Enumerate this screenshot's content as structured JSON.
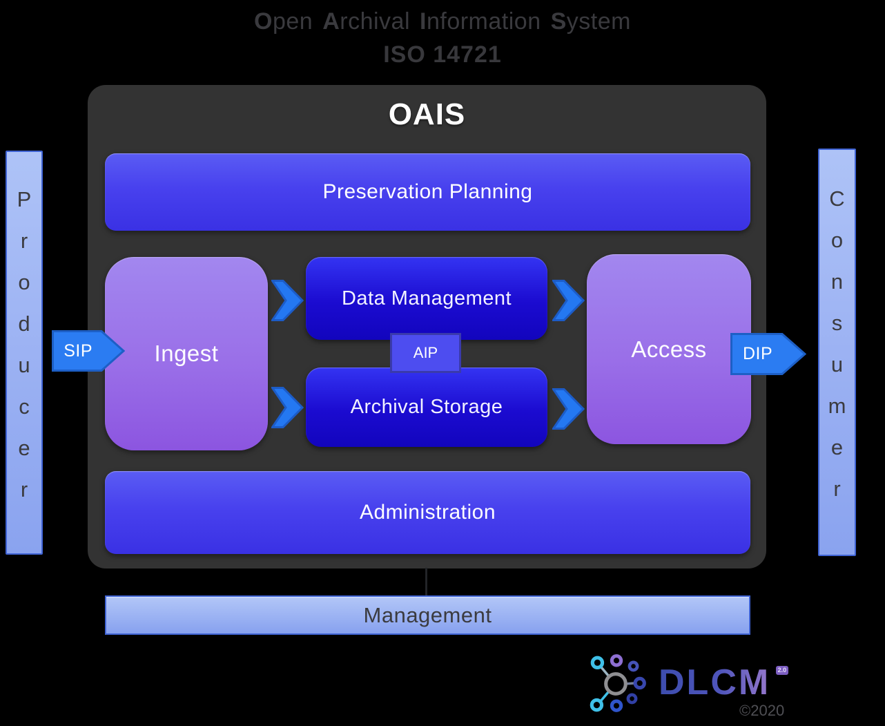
{
  "header": {
    "title_words": [
      "Open",
      "Archival",
      "Information",
      "System"
    ],
    "standard": "ISO 14721"
  },
  "oais": {
    "label": "OAIS",
    "preservation_planning": "Preservation Planning",
    "ingest": "Ingest",
    "data_management": "Data Management",
    "aip": "AIP",
    "archival_storage": "Archival Storage",
    "access": "Access",
    "administration": "Administration"
  },
  "actors": {
    "producer": "Producer",
    "consumer": "Consumer",
    "management": "Management"
  },
  "packages": {
    "sip": "SIP",
    "dip": "DIP"
  },
  "logo": {
    "name": "DLCM",
    "version": "2.0",
    "copyright": "©2020"
  },
  "colors": {
    "background": "#000000",
    "container": "#333333",
    "bar_blue_top": "#5a5cf4",
    "bar_blue_bottom": "#3a31e4",
    "box_blue_top": "#3434f2",
    "box_blue_bottom": "#1205bd",
    "box_purple_top": "#a287ef",
    "box_purple_bottom": "#8c55e0",
    "aip_fill": "#4d4df0",
    "arrow_blue": "#2478f2",
    "arrow_stroke": "#1c5cc8",
    "actor_bar_top": "#aec3f7",
    "actor_bar_bottom": "#8aa3ef",
    "actor_border": "#3f63d4",
    "title_text": "#3a3a3e",
    "dark_text": "#3b3b3f",
    "logo_blue": "#3d4dae",
    "logo_purple": "#9678cc",
    "logo_cyan": "#3fc0e8"
  }
}
